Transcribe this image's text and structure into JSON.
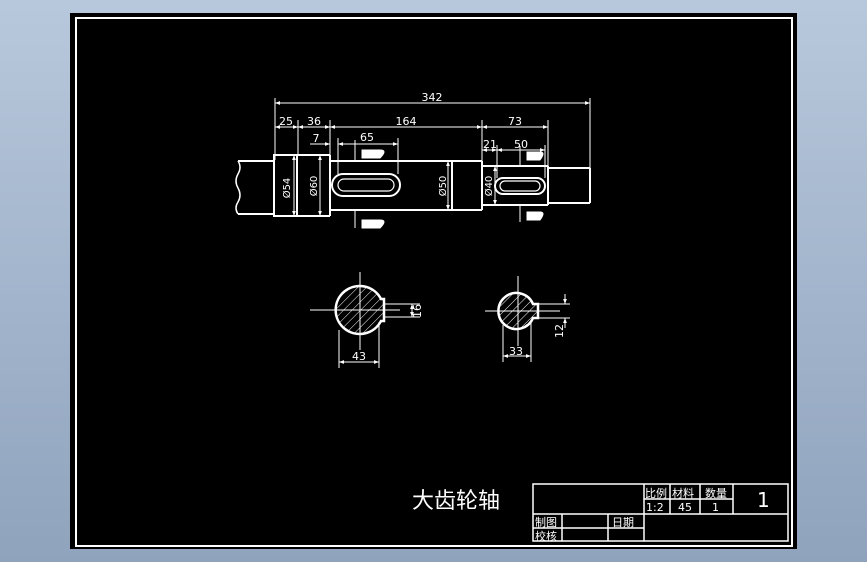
{
  "colors": {
    "background_top": "#b8c8dc",
    "background_bottom": "#8fa3bd",
    "sheet": "#000000",
    "ink": "#ffffff"
  },
  "drawing": {
    "title": "大齿轮轴",
    "dimensions": {
      "overall_length": "342",
      "seg_25": "25",
      "seg_36": "36",
      "seg_7": "7",
      "seg_65": "65",
      "seg_164": "164",
      "seg_73": "73",
      "seg_21": "21",
      "seg_50": "50",
      "dia_54": "Ø54",
      "dia_60": "Ø60",
      "dia_50": "Ø50",
      "dia_40": "Ø40",
      "section_a_width": "43",
      "section_a_keyway": "16",
      "section_b_width": "33",
      "section_b_keyway": "12"
    }
  },
  "title_block": {
    "scale_label": "比例",
    "material_label": "材料",
    "quantity_label": "数量",
    "scale_value": "1:2",
    "material_value": "45",
    "quantity_value": "1",
    "sheet_number": "1",
    "drawn_by_label": "制图",
    "date_label": "日期",
    "checked_by_label": "校核"
  }
}
